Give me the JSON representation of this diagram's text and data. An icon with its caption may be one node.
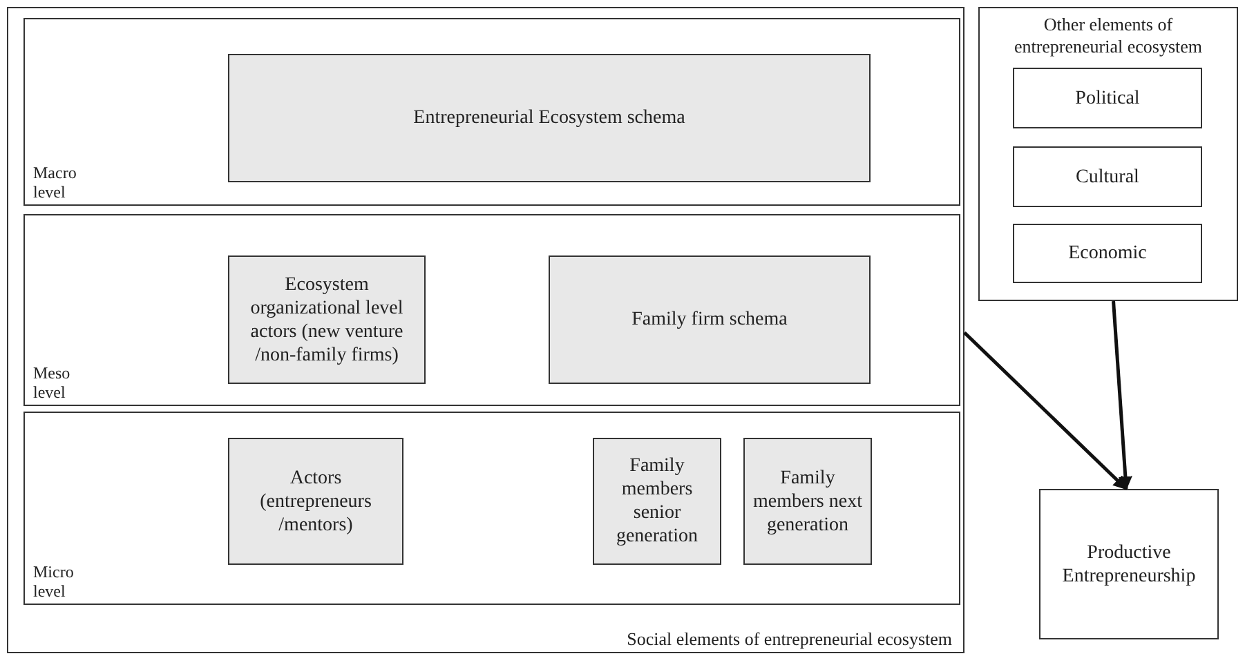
{
  "diagram": {
    "nodes": [
      {
        "text": [
          "Social elements of entrepreneurial ecosystem"
        ]
      },
      {
        "text": [
          "Macro level"
        ],
        "in": 0
      },
      {
        "text": [
          "Entrepreneurial Ecosystem schema"
        ],
        "in": 1
      },
      {
        "text": [
          "Meso level"
        ],
        "in": 0
      },
      {
        "text": [
          "Ecosystem organizational level actors (new venture /non-family firms)"
        ],
        "in": 3
      },
      {
        "text": [
          "Family firm schema"
        ],
        "in": 3
      },
      {
        "text": [
          "Micro level"
        ],
        "in": 0
      },
      {
        "text": [
          "Actors (entrepreneurs /mentors)"
        ],
        "in": 6
      },
      {
        "text": [
          "Family members senior generation"
        ],
        "in": 6
      },
      {
        "text": [
          "Family members next generation"
        ],
        "in": 6
      },
      {
        "text": [
          "Other elements of entrepreneurial ecosystem"
        ]
      },
      {
        "text": [
          "Political"
        ],
        "in": 10
      },
      {
        "text": [
          "Cultural"
        ],
        "in": 10
      },
      {
        "text": [
          "Economic"
        ],
        "in": 10
      },
      {
        "text": [
          "Productive Entrepreneurship"
        ]
      }
    ],
    "edges": [
      {
        "from": 0,
        "to": 14,
        "arrow": "to"
      },
      {
        "from": 10,
        "to": 14,
        "arrow": "to"
      }
    ]
  }
}
